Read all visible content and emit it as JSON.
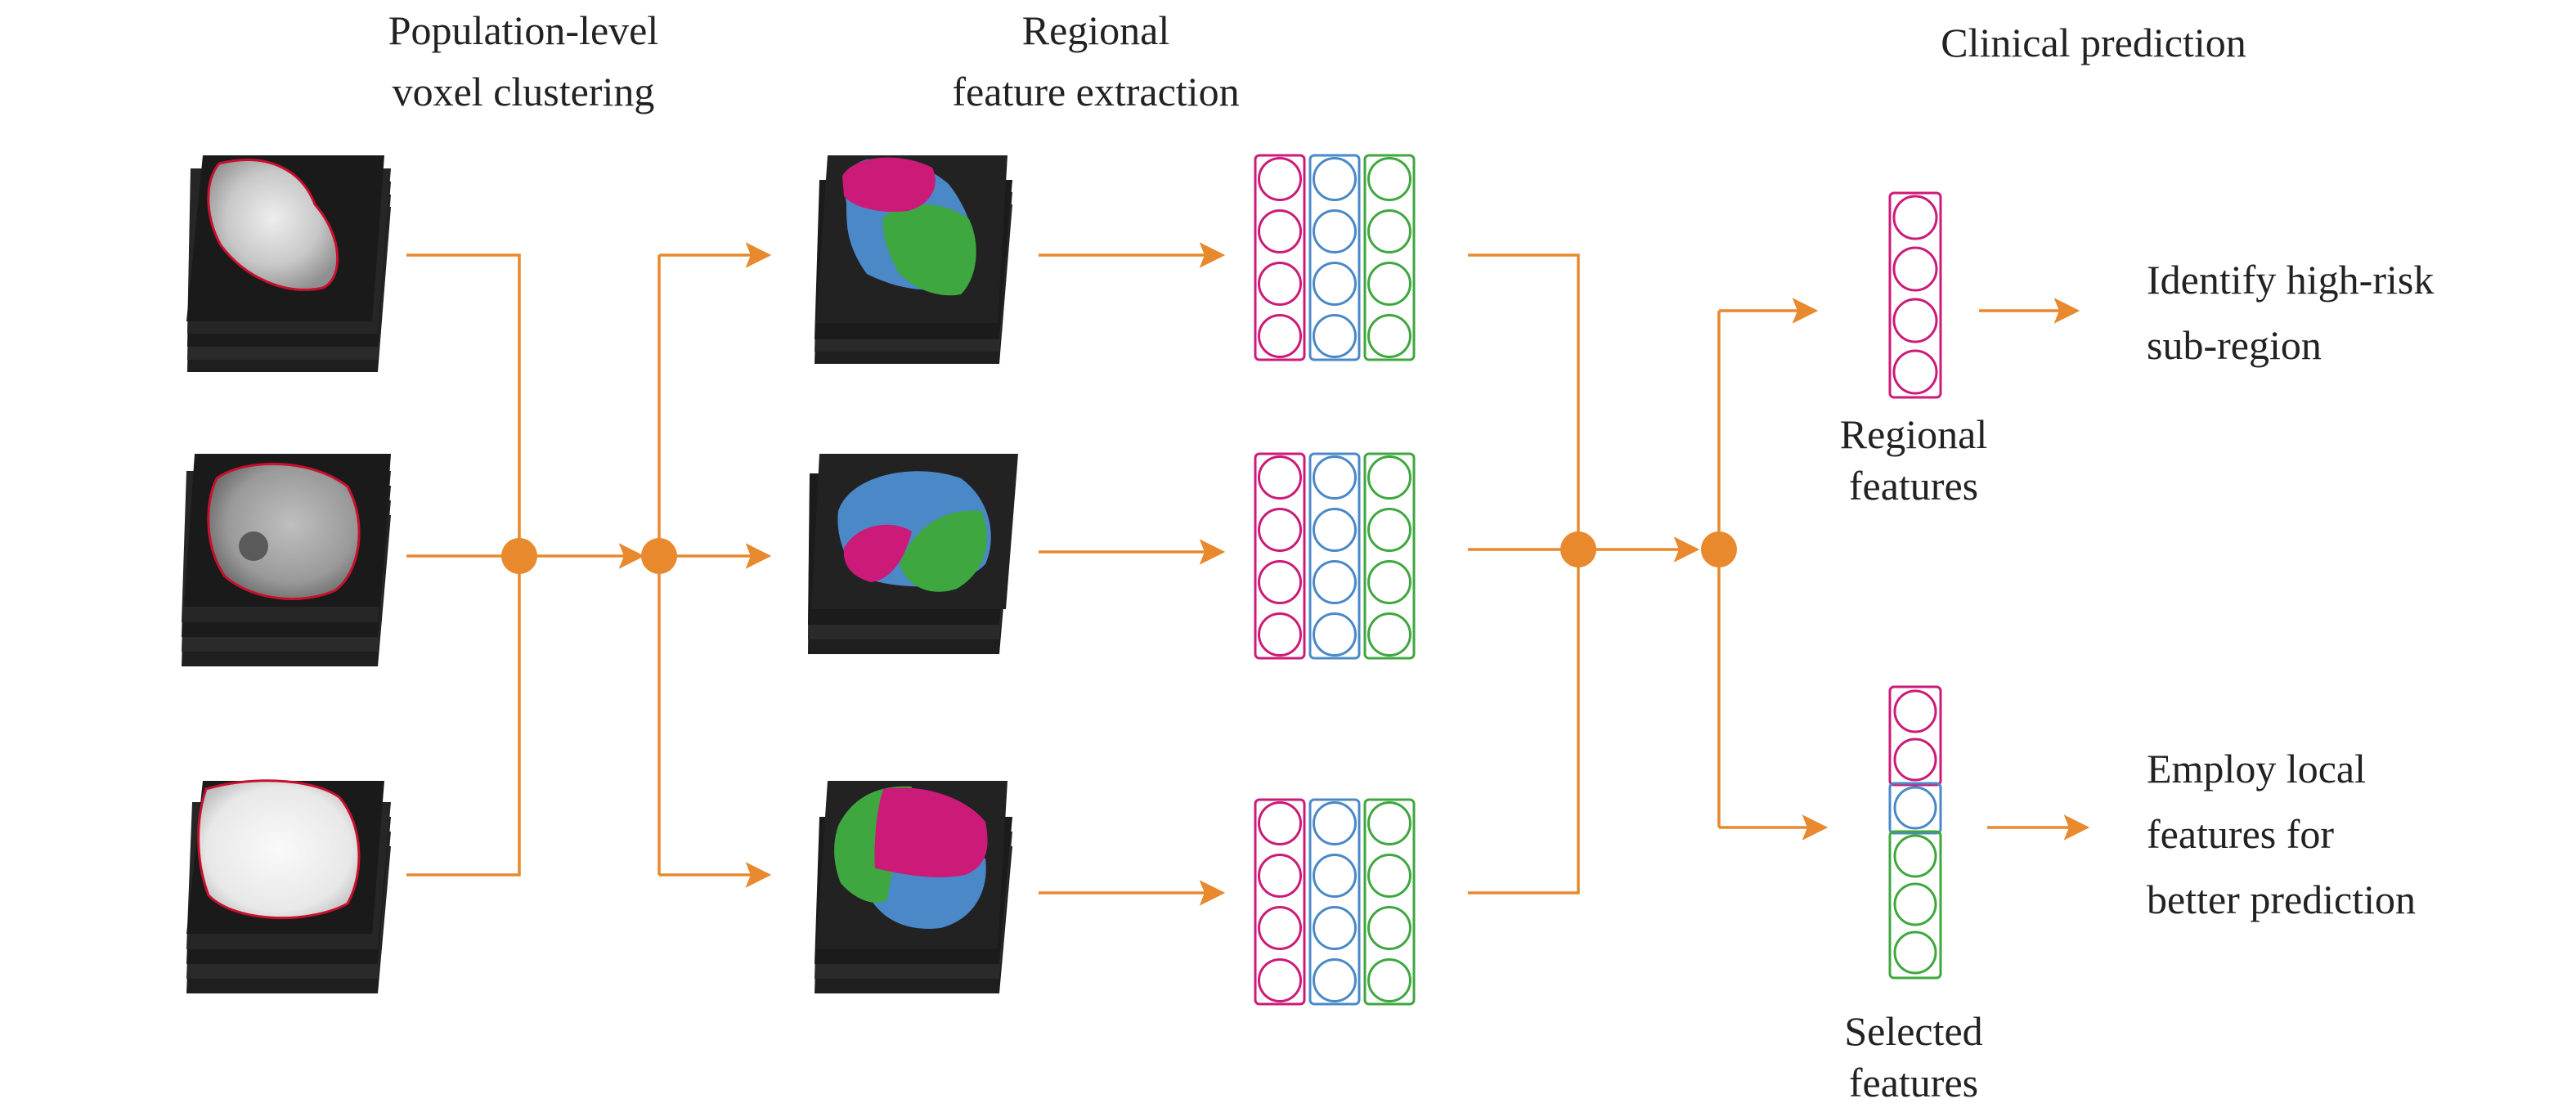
{
  "colors": {
    "arrow": "#E8892D",
    "region_magenta": "#CC1A78",
    "region_blue": "#4A88C7",
    "region_green": "#3FA73F",
    "contour": "#C8102E",
    "slice_dark": "#1a1a1a"
  },
  "headers": {
    "clustering": [
      "Population-level",
      "voxel clustering"
    ],
    "extraction": [
      "Regional",
      "feature extraction"
    ],
    "prediction": "Clinical prediction"
  },
  "vector_labels": {
    "regional": [
      "Regional",
      "features"
    ],
    "selected": [
      "Selected",
      "features"
    ]
  },
  "outcomes": {
    "identify": [
      "Identify high-risk",
      "sub-region"
    ],
    "employ": [
      "Employ local",
      "features for",
      "better prediction"
    ]
  },
  "feature_columns": [
    "magenta",
    "blue",
    "green"
  ],
  "selected_vector": [
    "magenta",
    "magenta",
    "blue",
    "green",
    "green",
    "green"
  ],
  "regional_vector": [
    "magenta",
    "magenta",
    "magenta",
    "magenta"
  ]
}
